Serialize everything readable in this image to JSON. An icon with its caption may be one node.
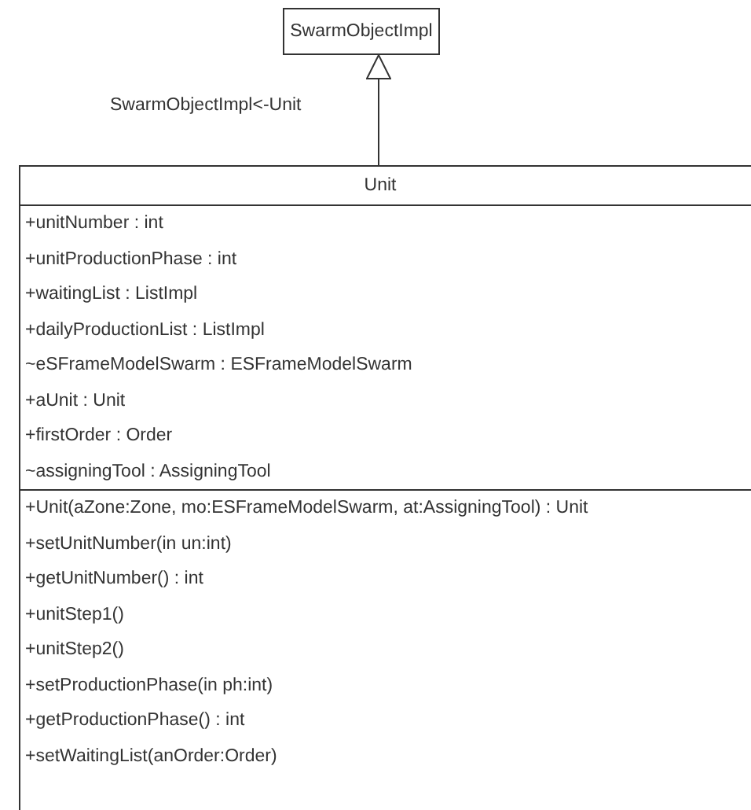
{
  "diagram": {
    "nodes": [
      {
        "text": [
          "SwarmObjectImpl"
        ]
      },
      {
        "text": [
          "Unit"
        ]
      },
      {
        "text": [
          "+unitNumber : int",
          "+unitProductionPhase : int",
          "+waitingList : ListImpl",
          "+dailyProductionList : ListImpl",
          "~eSFrameModelSwarm : ESFrameModelSwarm",
          "+aUnit : Unit",
          "+firstOrder : Order",
          "~assigningTool : AssigningTool"
        ],
        "in": 1
      },
      {
        "text": [
          "+Unit(aZone:Zone, mo:ESFrameModelSwarm, at:AssigningTool) : Unit",
          "+setUnitNumber(in un:int)",
          "+getUnitNumber() : int",
          "+unitStep1()",
          "+unitStep2()",
          "+setProductionPhase(in ph:int)",
          "+getProductionPhase() : int",
          "+setWaitingList(anOrder:Order)"
        ],
        "in": 1
      }
    ],
    "edges": [
      {
        "from": 1,
        "to": 0,
        "arrow": "to",
        "label": "SwarmObjectImpl<-Unit"
      }
    ]
  }
}
